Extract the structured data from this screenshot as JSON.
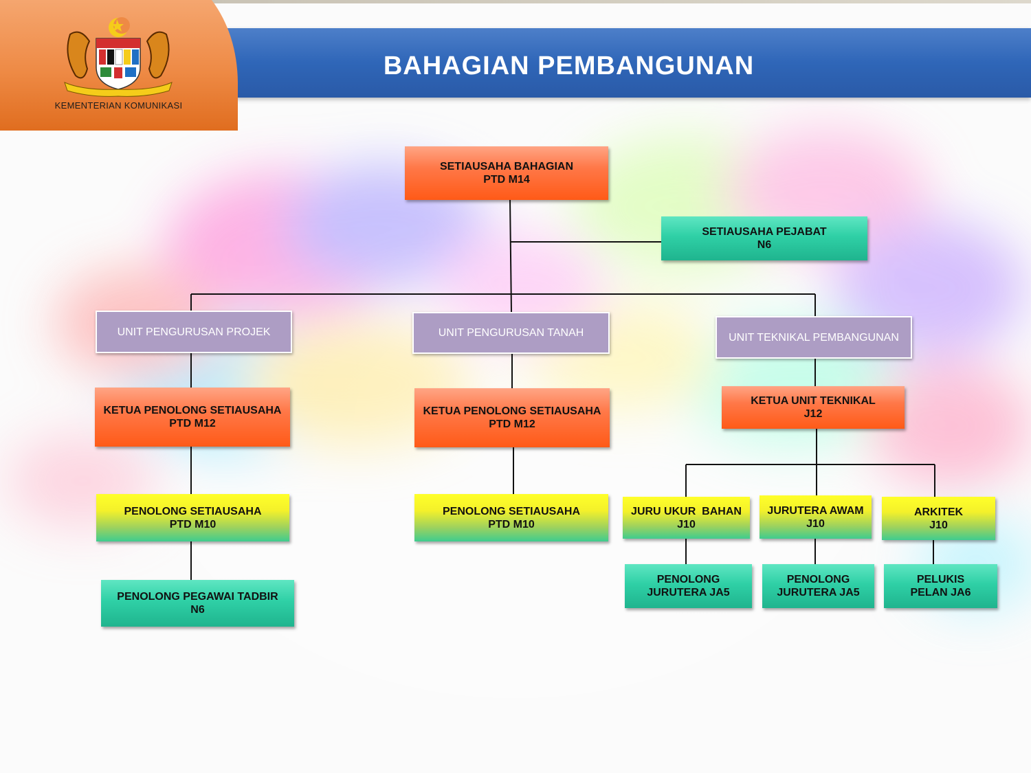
{
  "header": {
    "title": "BAHAGIAN PEMBANGUNAN",
    "ministry": "KEMENTERIAN KOMUNIKASI",
    "logo": "malaysia-coat-of-arms",
    "colors": {
      "banner": "#2f66b8",
      "logo_panel": "#e8782f"
    }
  },
  "chart": {
    "root": {
      "line1": "SETIAUSAHA BAHAGIAN",
      "line2": "PTD M14"
    },
    "secretary": {
      "line1": "SETIAUSAHA PEJABAT",
      "line2": "N6"
    },
    "units": [
      {
        "name": "UNIT PENGURUSAN PROJEK",
        "head": {
          "line1": "KETUA PENOLONG SETIAUSAHA",
          "line2": "PTD M12"
        },
        "assistant": {
          "line1": "PENOLONG SETIAUSAHA",
          "line2": "PTD M10"
        },
        "officer": {
          "line1": "PENOLONG PEGAWAI TADBIR",
          "line2": "N6"
        }
      },
      {
        "name": "UNIT PENGURUSAN TANAH",
        "head": {
          "line1": "KETUA PENOLONG SETIAUSAHA",
          "line2": "PTD M12"
        },
        "assistant": {
          "line1": "PENOLONG SETIAUSAHA",
          "line2": "PTD M10"
        }
      },
      {
        "name": "UNIT TEKNIKAL PEMBANGUNAN",
        "head": {
          "line1": "KETUA UNIT TEKNIKAL",
          "line2": "J12"
        },
        "roles": [
          {
            "line1": "JURU UKUR  BAHAN",
            "line2": "J10"
          },
          {
            "line1": "JURUTERA AWAM",
            "line2": "J10"
          },
          {
            "line1": "ARKITEK",
            "line2": "J10"
          }
        ],
        "subroles": [
          {
            "line1": "PENOLONG",
            "line2": "JURUTERA JA5"
          },
          {
            "line1": "PENOLONG",
            "line2": "JURUTERA JA5"
          },
          {
            "line1": "PELUKIS",
            "line2": "PELAN JA6"
          }
        ]
      }
    ]
  }
}
